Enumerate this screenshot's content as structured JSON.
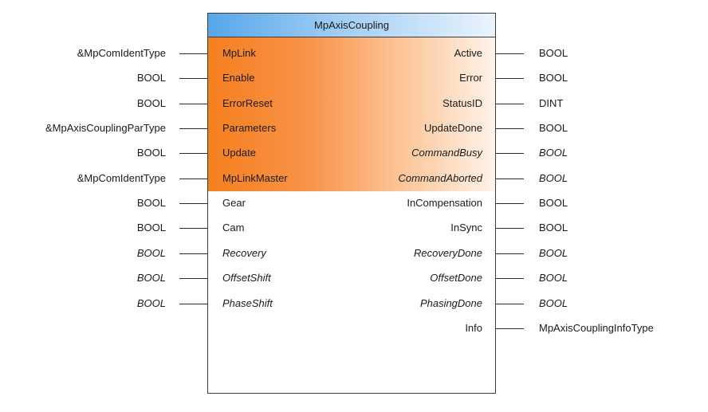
{
  "block": {
    "title": "MpAxisCoupling",
    "inputs": [
      {
        "name": "MpLink",
        "type": "&MpComIdentType",
        "name_italic": false,
        "type_italic": false,
        "highlight": true
      },
      {
        "name": "Enable",
        "type": "BOOL",
        "name_italic": false,
        "type_italic": false,
        "highlight": true
      },
      {
        "name": "ErrorReset",
        "type": "BOOL",
        "name_italic": false,
        "type_italic": false,
        "highlight": true
      },
      {
        "name": "Parameters",
        "type": "&MpAxisCouplingParType",
        "name_italic": false,
        "type_italic": false,
        "highlight": true
      },
      {
        "name": "Update",
        "type": "BOOL",
        "name_italic": false,
        "type_italic": false,
        "highlight": true
      },
      {
        "name": "MpLinkMaster",
        "type": "&MpComIdentType",
        "name_italic": false,
        "type_italic": false,
        "highlight": true
      },
      {
        "name": "Gear",
        "type": "BOOL",
        "name_italic": false,
        "type_italic": false,
        "highlight": false
      },
      {
        "name": "Cam",
        "type": "BOOL",
        "name_italic": false,
        "type_italic": false,
        "highlight": false
      },
      {
        "name": "Recovery",
        "type": "BOOL",
        "name_italic": true,
        "type_italic": true,
        "highlight": false
      },
      {
        "name": "OffsetShift",
        "type": "BOOL",
        "name_italic": true,
        "type_italic": true,
        "highlight": false
      },
      {
        "name": "PhaseShift",
        "type": "BOOL",
        "name_italic": true,
        "type_italic": true,
        "highlight": false
      }
    ],
    "outputs": [
      {
        "name": "Active",
        "type": "BOOL",
        "name_italic": false,
        "type_italic": false
      },
      {
        "name": "Error",
        "type": "BOOL",
        "name_italic": false,
        "type_italic": false
      },
      {
        "name": "StatusID",
        "type": "DINT",
        "name_italic": false,
        "type_italic": false
      },
      {
        "name": "UpdateDone",
        "type": "BOOL",
        "name_italic": false,
        "type_italic": false
      },
      {
        "name": "CommandBusy",
        "type": "BOOL",
        "name_italic": true,
        "type_italic": true
      },
      {
        "name": "CommandAborted",
        "type": "BOOL",
        "name_italic": true,
        "type_italic": true
      },
      {
        "name": "InCompensation",
        "type": "BOOL",
        "name_italic": false,
        "type_italic": false
      },
      {
        "name": "InSync",
        "type": "BOOL",
        "name_italic": false,
        "type_italic": false
      },
      {
        "name": "RecoveryDone",
        "type": "BOOL",
        "name_italic": true,
        "type_italic": true
      },
      {
        "name": "OffsetDone",
        "type": "BOOL",
        "name_italic": true,
        "type_italic": true
      },
      {
        "name": "PhasingDone",
        "type": "BOOL",
        "name_italic": true,
        "type_italic": true
      },
      {
        "name": "Info",
        "type": "MpAxisCouplingInfoType",
        "name_italic": false,
        "type_italic": false
      }
    ]
  },
  "colors": {
    "title_gradient_start": "#56a7ea",
    "highlight_orange": "#f57f1e",
    "border": "#3c3c3c"
  }
}
